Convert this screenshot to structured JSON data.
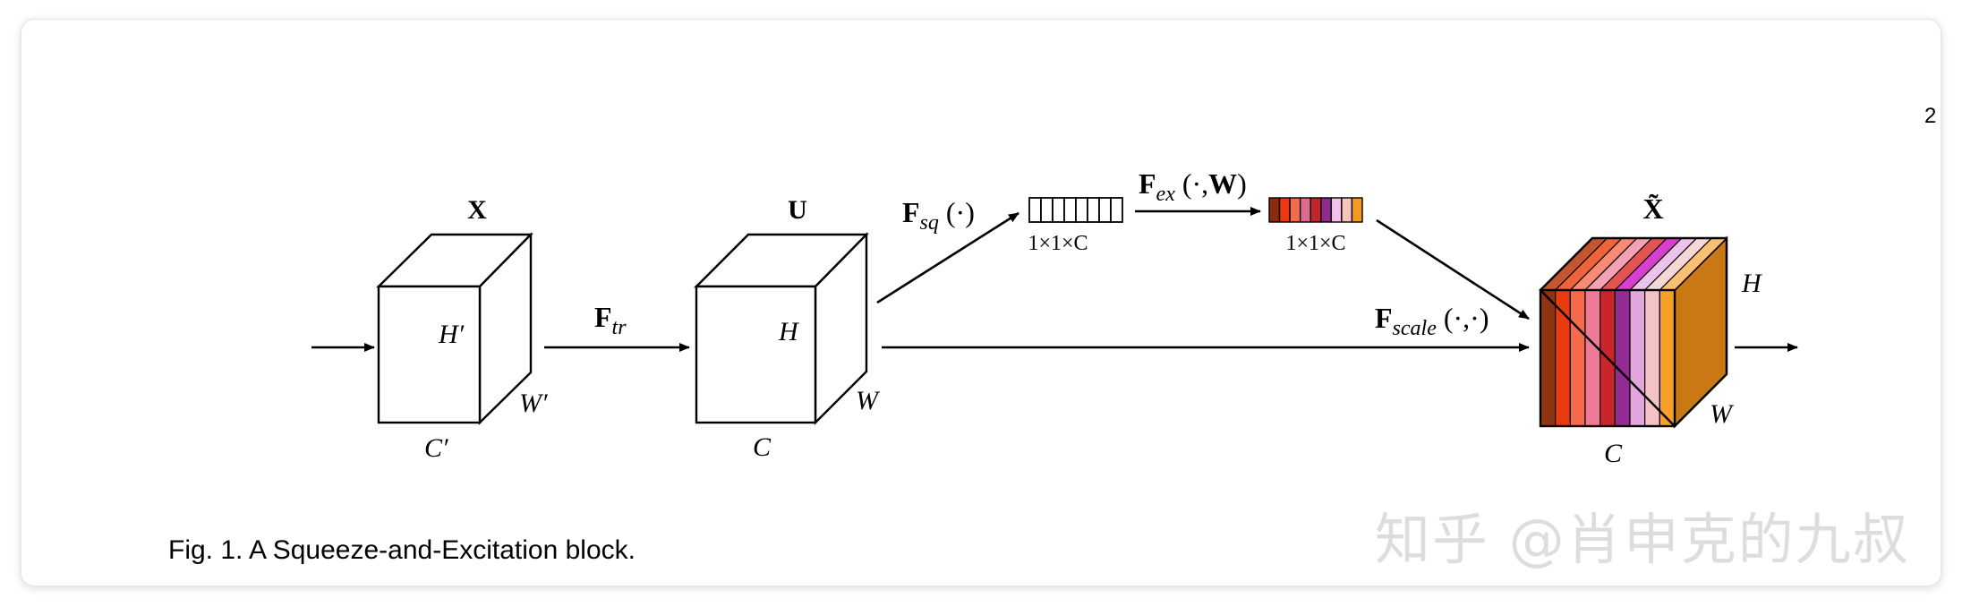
{
  "page": {
    "number": "2"
  },
  "figure": {
    "caption": "Fig. 1. A Squeeze-and-Excitation block.",
    "input_tensor": {
      "name": "X",
      "height": "H′",
      "width": "W′",
      "channels": "C′"
    },
    "feature_tensor": {
      "name": "U",
      "height": "H",
      "width": "W",
      "channels": "C"
    },
    "output_tensor": {
      "name": "X̃",
      "height": "H",
      "width": "W",
      "channels": "C"
    },
    "ops": {
      "transform": {
        "base": "F",
        "sub": "tr"
      },
      "squeeze": {
        "base": "F",
        "sub": "sq",
        "args": " (·)"
      },
      "excitation": {
        "base": "F",
        "sub": "ex",
        "args_pre": " (·,",
        "args_bold": "W",
        "args_post": ")"
      },
      "scale": {
        "base": "F",
        "sub": "scale",
        "args": " (·,·)"
      }
    },
    "squeeze_vector": {
      "size_label": "1×1×C",
      "cells": 8
    },
    "excitation_vector": {
      "size_label": "1×1×C",
      "colors": [
        "#8a2b12",
        "#e83a14",
        "#f26d4f",
        "#e06a8e",
        "#c2262a",
        "#8e2b8c",
        "#f2c0e8",
        "#f8c5bc",
        "#f59a1e"
      ]
    },
    "output_slice_colors": [
      "#8f3413",
      "#e73b12",
      "#f46a4a",
      "#ef7a96",
      "#c9262c",
      "#922c93",
      "#e2a6dd",
      "#f3c2c4",
      "#f6a02a"
    ],
    "output_top_colors": [
      "#c2562f",
      "#f2613d",
      "#f88b73",
      "#f6a0b6",
      "#e05554",
      "#d83fcf",
      "#edc3ea",
      "#f6d8d8",
      "#f8bf75"
    ],
    "output_side_color": "#c97813"
  },
  "watermark": "知乎 @肖申克的九叔"
}
